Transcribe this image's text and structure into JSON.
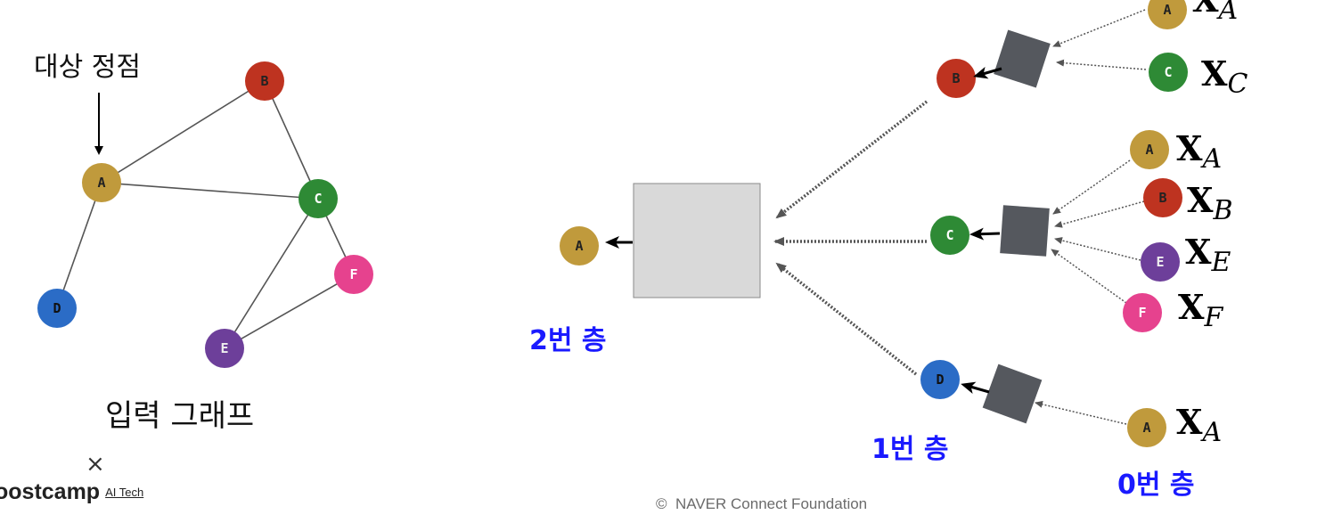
{
  "colors": {
    "A": "#c09a3c",
    "B": "#be3320",
    "C": "#2e8a35",
    "D": "#2b6cc6",
    "E": "#6d3f9a",
    "F": "#e6428e",
    "aggregator_dark": "#55585e",
    "aggregator_light": "#d9d9d9",
    "layer_label": "#1a1aff",
    "edge": "#555555"
  },
  "input_graph": {
    "target_label": "대상 정점",
    "caption": "입력 그래프",
    "nodes": {
      "A": "A",
      "B": "B",
      "C": "C",
      "D": "D",
      "E": "E",
      "F": "F"
    }
  },
  "computation_graph": {
    "layer2_label": "2번 층",
    "layer1_label": "1번 층",
    "layer0_label": "0번 층",
    "feature_symbol": "X",
    "nodes": {
      "A": "A",
      "B": "B",
      "C": "C",
      "D": "D",
      "E": "E",
      "F": "F"
    }
  },
  "footer": {
    "copyright_symbol": "©",
    "copyright_text": "NAVER Connect Foundation",
    "cross": "×",
    "logo_main": "oostcamp",
    "logo_sub": "AI Tech"
  }
}
